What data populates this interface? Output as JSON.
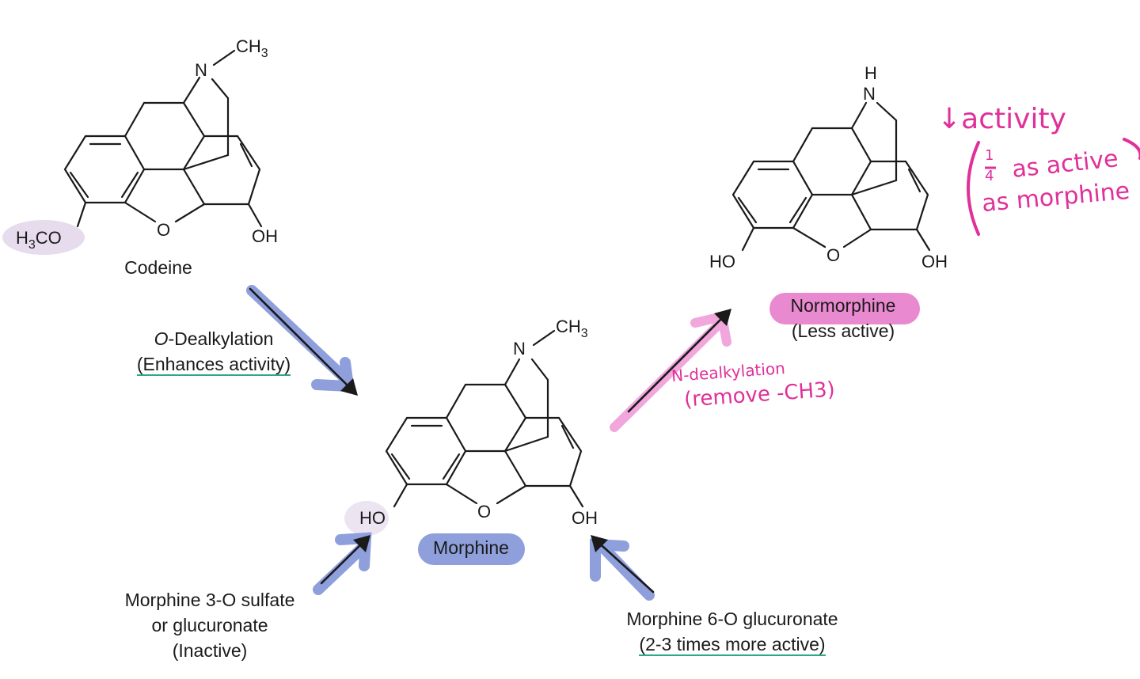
{
  "molecules": {
    "codeine": {
      "name": "Codeine",
      "atoms": {
        "n": "N",
        "me": "CH",
        "me_sub": "3",
        "o_ring": "O",
        "oh": "OH",
        "ome_h": "H",
        "ome_sub": "3",
        "ome_co": "CO"
      }
    },
    "morphine": {
      "name": "Morphine",
      "atoms": {
        "n": "N",
        "me": "CH",
        "me_sub": "3",
        "o_ring": "O",
        "oh_left": "HO",
        "oh_right": "OH"
      }
    },
    "normorphine": {
      "name": "Normorphine",
      "note": "(Less active)",
      "atoms": {
        "nh_h": "H",
        "n": "N",
        "o_ring": "O",
        "oh_left": "HO",
        "oh_right": "OH"
      }
    }
  },
  "reactions": {
    "o_dealkylation": {
      "prefix": "O",
      "label": "-Dealkylation",
      "note": "(Enhances activity)"
    },
    "sulfate": {
      "line1": "Morphine 3-O sulfate",
      "line2": "or glucuronate",
      "line3": "(Inactive)"
    },
    "glucuronate": {
      "line1": "Morphine 6-O glucuronate",
      "line2": "(2-3 times more active)"
    }
  },
  "annotations": {
    "n_dealkylation": {
      "line1": "N-dealkylation",
      "line2": "(remove -CH3)"
    },
    "activity": {
      "arrow": "↓",
      "word": "activity",
      "frac_num": "1",
      "frac_den": "4",
      "line2_rest": "as active",
      "line3": "as morphine"
    }
  },
  "colors": {
    "ink": "#1a1a1a",
    "highlight_blue": "#8e9fdc",
    "highlight_pink": "#e98ad0",
    "handwriting_pink": "#e0309a",
    "underline_teal": "#2fa88a",
    "faint_purple": "#e7dcee"
  }
}
